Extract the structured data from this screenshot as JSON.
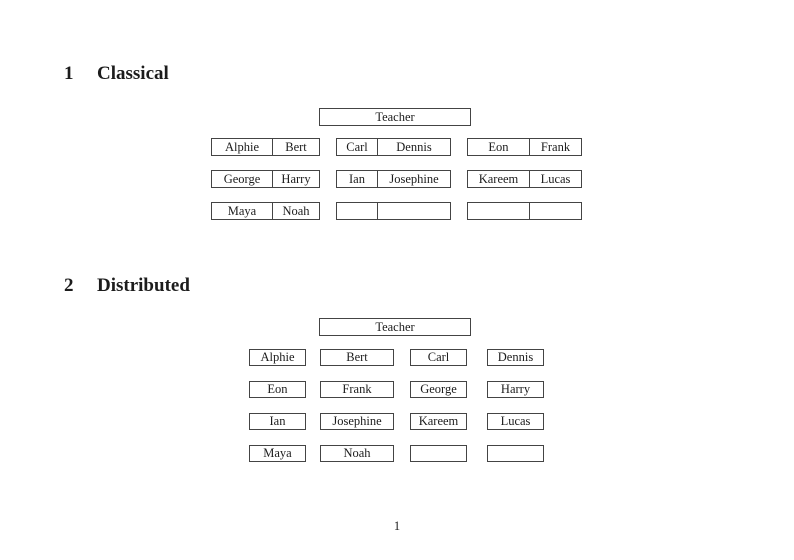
{
  "page": {
    "number": "1"
  },
  "sections": [
    {
      "number": "1",
      "title": "Classical",
      "teacher_label": "Teacher",
      "desk_rows": [
        [
          {
            "left": "Alphie",
            "right": "Bert"
          },
          {
            "left": "Carl",
            "right": "Dennis"
          },
          {
            "left": "Eon",
            "right": "Frank"
          }
        ],
        [
          {
            "left": "George",
            "right": "Harry"
          },
          {
            "left": "Ian",
            "right": "Josephine"
          },
          {
            "left": "Kareem",
            "right": "Lucas"
          }
        ],
        [
          {
            "left": "Maya",
            "right": "Noah"
          },
          {
            "left": "",
            "right": ""
          },
          {
            "left": "",
            "right": ""
          }
        ]
      ]
    },
    {
      "number": "2",
      "title": "Distributed",
      "teacher_label": "Teacher",
      "desk_rows": [
        [
          "Alphie",
          "Bert",
          "Carl",
          "Dennis"
        ],
        [
          "Eon",
          "Frank",
          "George",
          "Harry"
        ],
        [
          "Ian",
          "Josephine",
          "Kareem",
          "Lucas"
        ],
        [
          "Maya",
          "Noah",
          "",
          ""
        ]
      ]
    }
  ]
}
